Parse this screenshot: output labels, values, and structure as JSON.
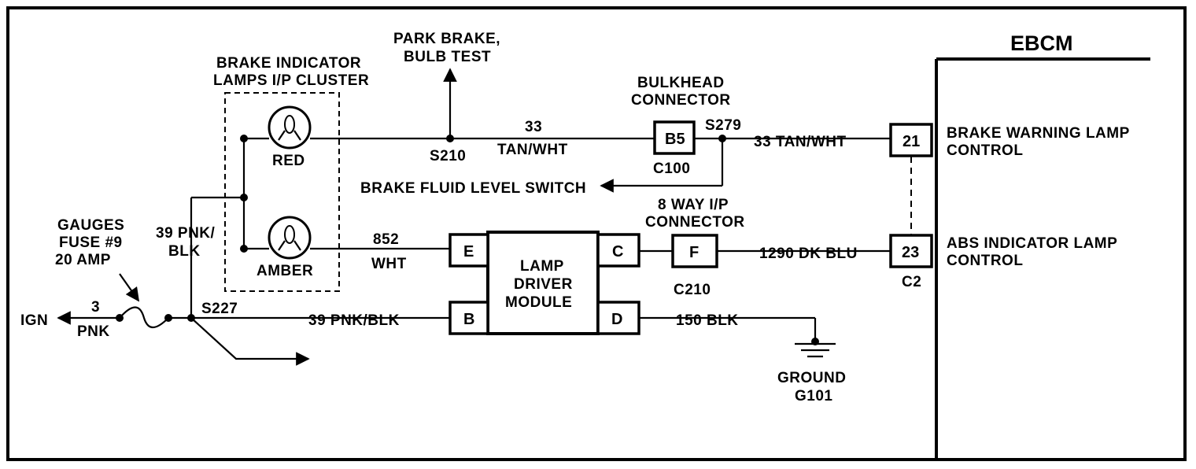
{
  "ebcm": {
    "title": "EBCM",
    "pin_21": "21",
    "pin_21_desc_1": "BRAKE WARNING LAMP",
    "pin_21_desc_2": "CONTROL",
    "pin_23": "23",
    "pin_23_desc_1": "ABS INDICATOR LAMP",
    "pin_23_desc_2": "CONTROL",
    "connector": "C2"
  },
  "cluster": {
    "title_1": "BRAKE INDICATOR",
    "title_2": "LAMPS I/P CLUSTER",
    "red_label": "RED",
    "amber_label": "AMBER"
  },
  "park_brake": {
    "line_1": "PARK BRAKE,",
    "line_2": "BULB TEST"
  },
  "splices": {
    "s210": "S210",
    "s279": "S279",
    "s227": "S227"
  },
  "wires": {
    "w33_number": "33",
    "w33_color": "TAN/WHT",
    "w33_right": "33 TAN/WHT",
    "w852_number": "852",
    "w852_color": "WHT",
    "w39_line_1": "39 PNK/",
    "w39_line_2": "BLK",
    "w39_bottom": "39 PNK/BLK",
    "w1290": "1290 DK BLU",
    "w150": "150 BLK",
    "w3_number": "3",
    "w3_color": "PNK"
  },
  "bulkhead": {
    "title_1": "BULKHEAD",
    "title_2": "CONNECTOR",
    "pin": "B5",
    "connector": "C100"
  },
  "fluid_switch": "BRAKE FLUID LEVEL SWITCH",
  "ip_connector": {
    "title_1": "8 WAY I/P",
    "title_2": "CONNECTOR",
    "pin": "F",
    "connector": "C210"
  },
  "lamp_driver": {
    "line_1": "LAMP",
    "line_2": "DRIVER",
    "line_3": "MODULE",
    "pin_e": "E",
    "pin_b": "B",
    "pin_c": "C",
    "pin_d": "D"
  },
  "fuse": {
    "line_1": "GAUGES",
    "line_2": "FUSE #9",
    "line_3": "20 AMP"
  },
  "ign": "IGN",
  "ground": {
    "line_1": "GROUND",
    "line_2": "G101"
  }
}
